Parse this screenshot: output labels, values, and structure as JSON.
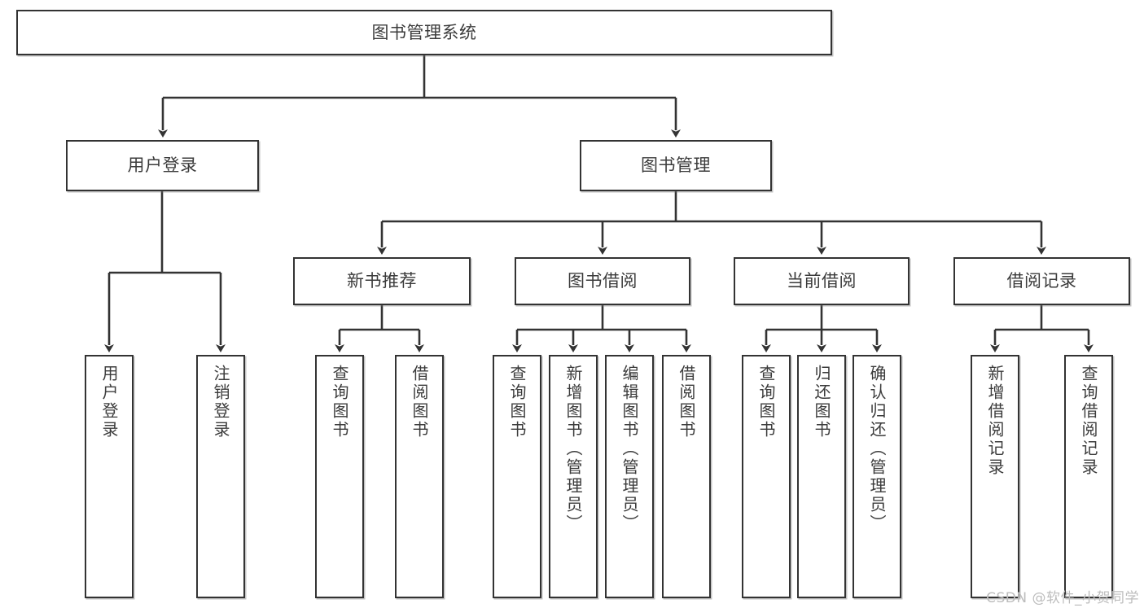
{
  "diagram": {
    "title": "图书管理系统",
    "type": "tree",
    "colors": {
      "stroke": "#333333",
      "fill": "#ffffff",
      "text": "#3b3b3b",
      "watermark": "#bdbdbd"
    },
    "root": {
      "label": "图书管理系统"
    },
    "level2": [
      {
        "label": "用户登录"
      },
      {
        "label": "图书管理"
      }
    ],
    "level3": [
      {
        "label": "新书推荐"
      },
      {
        "label": "图书借阅"
      },
      {
        "label": "当前借阅"
      },
      {
        "label": "借阅记录"
      }
    ],
    "leaves": {
      "user_login": [
        {
          "label": "用户登录"
        },
        {
          "label": "注销登录"
        }
      ],
      "new_book_recommend": [
        {
          "label": "查询图书"
        },
        {
          "label": "借阅图书"
        }
      ],
      "book_borrow": [
        {
          "label": "查询图书"
        },
        {
          "label": "新增图书（管理员）"
        },
        {
          "label": "编辑图书（管理员）"
        },
        {
          "label": "借阅图书"
        }
      ],
      "current_borrow": [
        {
          "label": "查询图书"
        },
        {
          "label": "归还图书"
        },
        {
          "label": "确认归还（管理员）"
        }
      ],
      "borrow_record": [
        {
          "label": "新增借阅记录"
        },
        {
          "label": "查询借阅记录"
        }
      ]
    }
  },
  "watermark": {
    "text": "CSDN @软件_小贺同学"
  }
}
